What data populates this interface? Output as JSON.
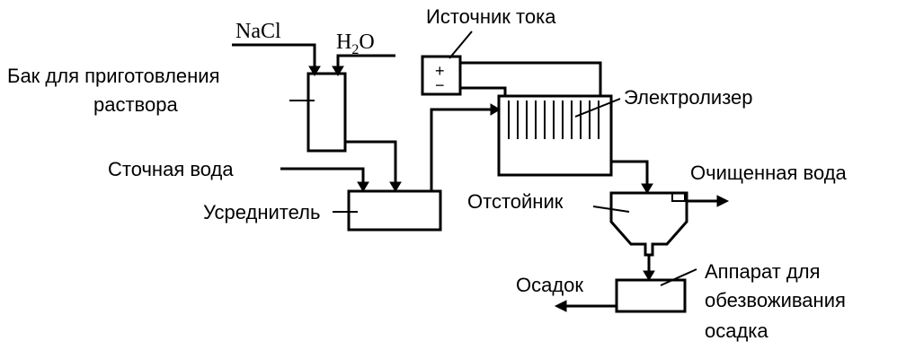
{
  "inputs": {
    "nacl": "NaCl",
    "h2o_main": "H",
    "h2o_sub": "2",
    "h2o_end": "O",
    "wastewater": "Сточная вода"
  },
  "labels": {
    "power_source": "Источник тока",
    "solution_tank_line1": "Бак для приготовления",
    "solution_tank_line2": "раствора",
    "electrolyzer": "Электролизер",
    "treated_water": "Очищенная вода",
    "settler": "Отстойник",
    "equalizer": "Усреднитель",
    "sludge": "Осадок",
    "dewatering_line1": "Аппарат для",
    "dewatering_line2": "обезвоживания",
    "dewatering_line3": "осадка"
  },
  "power_signs": {
    "plus": "+",
    "minus": "−"
  }
}
